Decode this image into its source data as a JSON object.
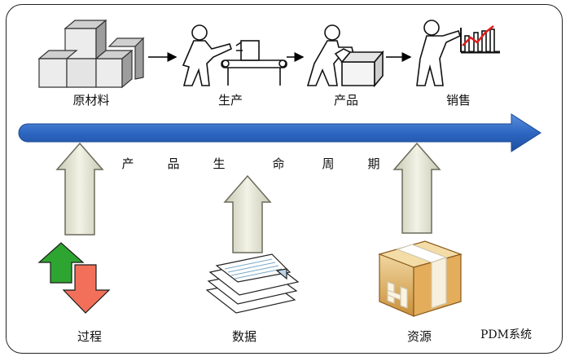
{
  "stages": [
    {
      "id": "raw",
      "label": "原材料",
      "icon": "cubes-icon"
    },
    {
      "id": "production",
      "label": "生产",
      "icon": "conveyor-worker-icon"
    },
    {
      "id": "product",
      "label": "产品",
      "icon": "box-worker-icon"
    },
    {
      "id": "sales",
      "label": "销售",
      "icon": "chart-presenter-icon"
    }
  ],
  "lifecycle": {
    "chars": [
      "产",
      "品",
      "生",
      "命",
      "周",
      "期"
    ]
  },
  "inputs": [
    {
      "id": "process",
      "label": "过程",
      "icon": "updown-arrows-icon"
    },
    {
      "id": "data",
      "label": "数据",
      "icon": "documents-icon"
    },
    {
      "id": "resource",
      "label": "资源",
      "icon": "package-icon"
    }
  ],
  "system_label": "PDM系统",
  "colors": {
    "timeline": "#2d67c2",
    "up_arrow": "#e8e8d8",
    "green": "#2fa531",
    "red": "#f2705a"
  }
}
